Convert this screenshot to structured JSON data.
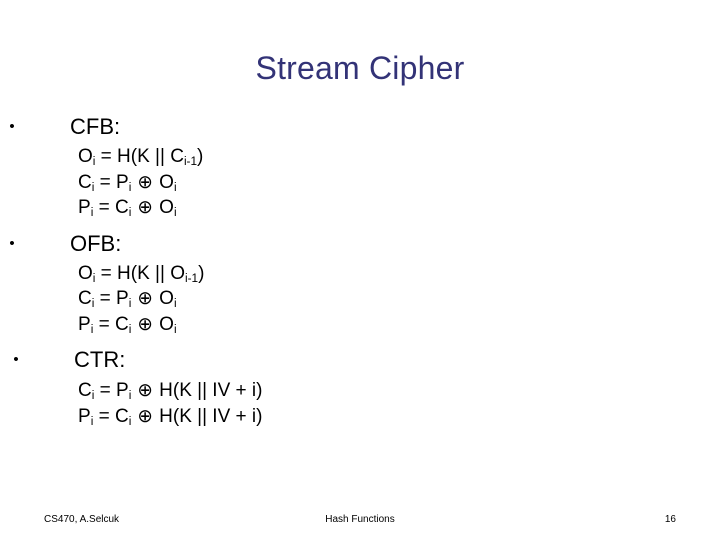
{
  "slide": {
    "title": "Stream Cipher",
    "title_color": "#333377",
    "background_color": "#ffffff",
    "bullet_glyph": "•",
    "xor_glyph": "⊕"
  },
  "sections": [
    {
      "label": "CFB:",
      "formulas": [
        {
          "lhs": "O",
          "lhs_sub": "i",
          "parts": [
            {
              "text": " = H(K || C"
            },
            {
              "sub": "i-1"
            },
            {
              "text": ")"
            }
          ]
        },
        {
          "lhs": "C",
          "lhs_sub": "i",
          "parts": [
            {
              "text": " = P"
            },
            {
              "sub": "i"
            },
            {
              "xor": true
            },
            {
              "text": " O"
            },
            {
              "sub": "i"
            }
          ]
        },
        {
          "lhs": "P",
          "lhs_sub": "i",
          "parts": [
            {
              "text": " = C"
            },
            {
              "sub": "i"
            },
            {
              "xor": true
            },
            {
              "text": " O"
            },
            {
              "sub": "i"
            }
          ]
        }
      ]
    },
    {
      "label": "OFB:",
      "formulas": [
        {
          "lhs": "O",
          "lhs_sub": "i",
          "parts": [
            {
              "text": " = H(K || O"
            },
            {
              "sub": "i-1"
            },
            {
              "text": ")"
            }
          ]
        },
        {
          "lhs": "C",
          "lhs_sub": "i",
          "parts": [
            {
              "text": " = P"
            },
            {
              "sub": "i"
            },
            {
              "xor": true
            },
            {
              "text": " O"
            },
            {
              "sub": "i"
            }
          ]
        },
        {
          "lhs": "P",
          "lhs_sub": "i",
          "parts": [
            {
              "text": " = C"
            },
            {
              "sub": "i"
            },
            {
              "xor": true
            },
            {
              "text": " O"
            },
            {
              "sub": "i"
            }
          ]
        }
      ]
    },
    {
      "label": "CTR:",
      "formulas": [
        {
          "lhs": "C",
          "lhs_sub": "i",
          "parts": [
            {
              "text": " = P"
            },
            {
              "sub": "i"
            },
            {
              "xor": true
            },
            {
              "text": " H(K || IV + i)"
            }
          ]
        },
        {
          "lhs": "P",
          "lhs_sub": "i",
          "parts": [
            {
              "text": " = C"
            },
            {
              "sub": "i"
            },
            {
              "xor": true
            },
            {
              "text": " H(K || IV + i)"
            }
          ]
        }
      ]
    }
  ],
  "footer": {
    "left": "CS470, A.Selcuk",
    "center": "Hash Functions",
    "page_number": "16"
  }
}
